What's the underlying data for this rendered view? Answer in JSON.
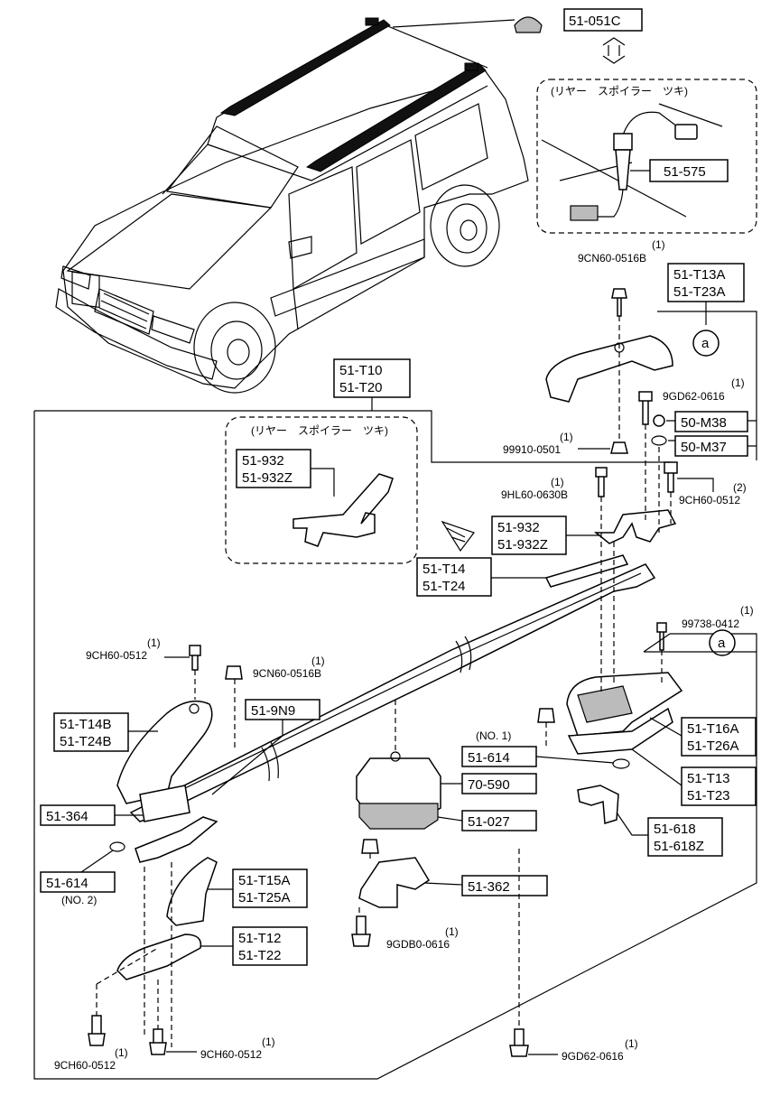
{
  "part_labels": {
    "p51_051C": "51-051C",
    "p51_575": "51-575",
    "p51_T13A": "51-T13A",
    "p51_T23A": "51-T23A",
    "p51_T10": "51-T10",
    "p51_T20": "51-T20",
    "p50_M38": "50-M38",
    "p50_M37": "50-M37",
    "p51_932_a": "51-932",
    "p51_932Z_a": "51-932Z",
    "p51_932_b": "51-932",
    "p51_932Z_b": "51-932Z",
    "p51_T14": "51-T14",
    "p51_T24": "51-T24",
    "p51_T14B": "51-T14B",
    "p51_T24B": "51-T24B",
    "p51_9N9": "51-9N9",
    "p51_614_a": "51-614",
    "p70_590": "70-590",
    "p51_027": "51-027",
    "p51_364": "51-364",
    "p51_T16A": "51-T16A",
    "p51_T26A": "51-T26A",
    "p51_T13": "51-T13",
    "p51_T23": "51-T23",
    "p51_618": "51-618",
    "p51_618Z": "51-618Z",
    "p51_614_b": "51-614",
    "p51_T15A": "51-T15A",
    "p51_T25A": "51-T25A",
    "p51_362": "51-362",
    "p51_T12": "51-T12",
    "p51_T22": "51-T22"
  },
  "fastener_labels": {
    "f9CN60_0516B_a": "9CN60-0516B",
    "f9GD62_0616_a": "9GD62-0616",
    "f99910_0501": "99910-0501",
    "f9HL60_0630B": "9HL60-0630B",
    "f9CH60_0512_a": "9CH60-0512",
    "f99738_0412": "99738-0412",
    "f9CH60_0512_b": "9CH60-0512",
    "f9CN60_0516B_b": "9CN60-0516B",
    "f9GDB0_0616": "9GDB0-0616",
    "f9CH60_0512_c": "9CH60-0512",
    "f9CH60_0512_d": "9CH60-0512",
    "f9GD62_0616_b": "9GD62-0616"
  },
  "quantities": {
    "q_cn60_a": "(1)",
    "q_gd62_a": "(1)",
    "q_99910": "(1)",
    "q_hl60": "(1)",
    "q_ch60_a": "(2)",
    "q_99738": "(1)",
    "q_ch60_b": "(1)",
    "q_cn60_b": "(1)",
    "q_gdb0": "(1)",
    "q_ch60_c": "(1)",
    "q_ch60_d": "(1)",
    "q_gd62_b": "(1)"
  },
  "notes": {
    "no1": "(NO. 1)",
    "no2": "(NO. 2)",
    "rear_spoiler_1": "(リヤー　スポイラー　ツキ)",
    "rear_spoiler_2": "(リヤー　スポイラー　ツキ)"
  },
  "callouts": {
    "a1": "a",
    "a2": "a"
  }
}
